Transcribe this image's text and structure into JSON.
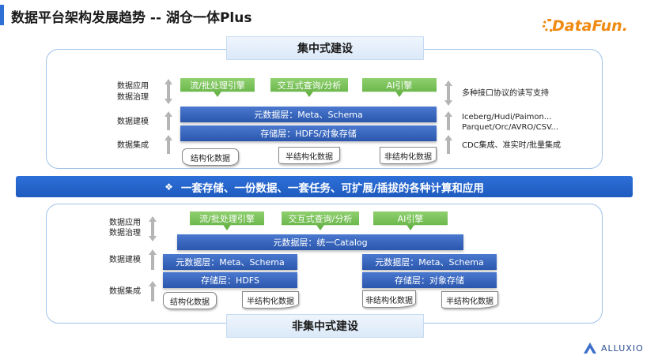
{
  "title": "数据平台架构发展趋势 -- 湖仓一体Plus",
  "brand_logo": "DataFun.",
  "footer_logo": "ALLUXIO",
  "banner_text": "一套存储、一份数据、一套任务、可扩展/插拔的各种计算和应用",
  "banner_icon": "❖",
  "centralized": {
    "tab": "集中式建设",
    "left_labels": {
      "app": "数据应用",
      "gov": "数据治理",
      "model": "数据建模",
      "integ": "数据集成"
    },
    "engines": [
      "流/批处理引擎",
      "交互式查询/分析",
      "AI引擎"
    ],
    "meta_layer": "元数据层：Meta、Schema",
    "storage_layer": "存储层：HDFS/对象存储",
    "sources": [
      "结构化数据",
      "半结构化数据",
      "非结构化数据"
    ],
    "right_notes": {
      "interface": "多种接口协议的读写支持",
      "formats_1": "Iceberg/Hudi/Paimon...",
      "formats_2": "Parquet/Orc/AVRO/CSV...",
      "ingest": "CDC集成、准实时/批量集成"
    }
  },
  "decentralized": {
    "tab": "非集中式建设",
    "left_labels": {
      "app": "数据应用",
      "gov": "数据治理",
      "model": "数据建模",
      "integ": "数据集成"
    },
    "engines": [
      "流/批处理引擎",
      "交互式查询/分析",
      "AI引擎"
    ],
    "unified_catalog": "元数据层：统一Catalog",
    "left_meta": "元数据层：Meta、Schema",
    "left_storage": "存储层：HDFS",
    "right_meta": "元数据层：Meta、Schema",
    "right_storage": "存储层：对象存储",
    "sources": [
      "结构化数据",
      "半结构化数据",
      "非结构化数据",
      "半结构化数据"
    ]
  },
  "colors": {
    "accent_blue": "#2f6fd6",
    "layer_blue": "#2b57ad",
    "engine_green": "#5fae3f",
    "brand_orange": "#f08a12",
    "panel_border": "#9fc3e8"
  }
}
